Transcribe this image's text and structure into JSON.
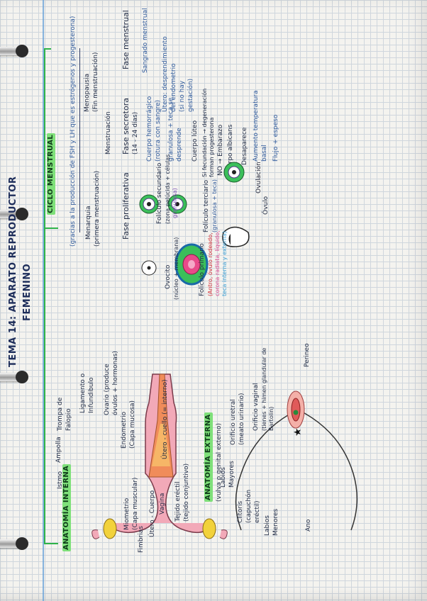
{
  "page": {
    "title": "TEMA 14: APARATO REPRODUCTOR FEMENINO",
    "title_line1": "TEMA 14: APARATO REPRODUCTOR",
    "title_line2": "FEMENINO"
  },
  "anatomia_interna": {
    "heading": "ANATOMÍA INTERNA",
    "labels": {
      "istmo": "Istmo",
      "ampolla": "Ampolla",
      "trompa": "Trompa de",
      "trompa2": "Falopio",
      "ligamento": "Ligamento o",
      "ligamento2": "Infundibulo",
      "ovario": "Ovario (produce",
      "ovario2": "óvulos + hormonas)",
      "endometrio": "Endometrio",
      "endometrio2": "(Capa mucosa)",
      "cuello": "Útero - cuello (= interno)",
      "miometrio": "Miometrio",
      "miometrio2": "(Capa muscular)",
      "utero_cuerpo": "Útero - Cuerpo",
      "vagina": "Vagina",
      "fimbrias": "Fimbrias",
      "tejido": "Tejido eréctil",
      "tejido2": "(tejido conjuntivo)"
    }
  },
  "anatomia_externa": {
    "heading": "ANATOMÍA EXTERNA",
    "subheading": "(vulva o genital externo)",
    "labels": {
      "labios_mayores": "Labios",
      "labios_mayores2": "Mayores",
      "orificio_uretral": "Orificio uretral",
      "orificio_uretral2": "(meato urinario)",
      "orificio_vaginal": "Orificio vaginal",
      "orificio_vaginal2": "(tienes + himen glandular de",
      "orificio_vaginal3": "Bartolin)",
      "clitoris": "Clítoris",
      "clitoris2": "(capuchón",
      "clitoris3": "eréctil)",
      "labios_menores": "Labios",
      "labios_menores2": "Menores",
      "perineo": "Perineo",
      "ano": "Ano"
    }
  },
  "ciclo": {
    "heading": "CICLO MENSTRUAL",
    "intro": "(gracias a la producción de FSH y LH que es estrógenos y progesterona)",
    "menarquia": "Menarquia",
    "menarquia2": "(primera menstruación)",
    "menopausia": "Menopausia",
    "menopausia2": "(Fin menstruación)",
    "menstruacion": "Menstruación",
    "fase_prolif": "Fase proliferativa",
    "fase_secretora": "Fase secretora",
    "fase_secretora2": "(14 - 24 días)",
    "fase_menstrual": "Fase menstrual",
    "cuerpo_hemorragico": "Cuerpo hemorrágico",
    "cuerpo_hemorragico2": "(rotura con sangre)",
    "sangrado": "Sangrado menstrual",
    "granulosa": "granulosa + teca se",
    "granulosa2": "desprende",
    "utero_desp": "Útero: desprendimiento",
    "utero_desp2": "del endometrio",
    "utero_desp3": "(si no hay",
    "utero_desp4": "gestación)",
    "cuerpo_luteo": "Cuerpo lúteo",
    "si_fecundacion": "Si fecundación → degeneración",
    "forman": "forman progesterona",
    "no_embarazo": "NO → Embarazo",
    "cuerpo_albicans": "Cuerpo albicans",
    "desaparece": "Desaparece",
    "ovulacion_label": "Ovulación",
    "aumento_temp": "Aumento temperatura",
    "aumento_temp2": "basal",
    "flujo": "Flujo + espeso",
    "ovocito": "Ovocito",
    "ovocito2": "(núcleo + membrana)",
    "foliculo_sec": "Folículo secundario",
    "foliculo_sec2": "(zona pelúcida + células",
    "foliculo_sec3": "granulosa)",
    "foliculo_primario": "Folículo primario",
    "foliculo_terciario": "Folículo terciario",
    "foliculo_terciario2": "(granulosa + teca)",
    "antro": "(Antro, óvulo rodeado,",
    "antro2": "corona radiata, líquido,",
    "antro3": "teca interna y externa)",
    "ovulo": "Óvulo"
  },
  "colors": {
    "accent_green": "#2fb34a",
    "highlight": "#7fe07a",
    "ink": "#1f2a44",
    "margin": "#6aa3d8"
  }
}
